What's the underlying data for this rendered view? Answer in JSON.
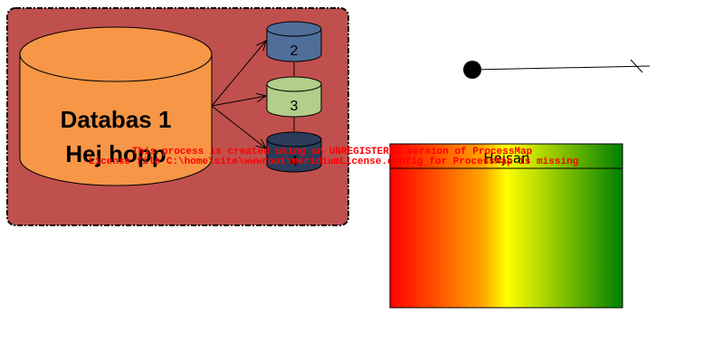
{
  "diagram": {
    "group": {
      "fill": "#c0504d"
    },
    "main_db": {
      "line1": "Databas 1",
      "line2": "Hej hopp",
      "fill": "#f79646"
    },
    "small_dbs": [
      {
        "label": "2",
        "fill": "#4f6f9a"
      },
      {
        "label": "3",
        "fill": "#b3cd8a"
      },
      {
        "label": "4",
        "fill": "#2a3c5a"
      }
    ],
    "swimlane": {
      "title": "Hejsan",
      "gradient": [
        "#ff0000",
        "#ffa500",
        "#ffff00",
        "#008000"
      ]
    }
  },
  "watermark": {
    "line1": "This process is created using an UNREGISTERED version of ProcessMap",
    "line2": "License file C:\\home\\site\\wwwroot\\meridiumLicense.config for ProcessMap is missing"
  }
}
